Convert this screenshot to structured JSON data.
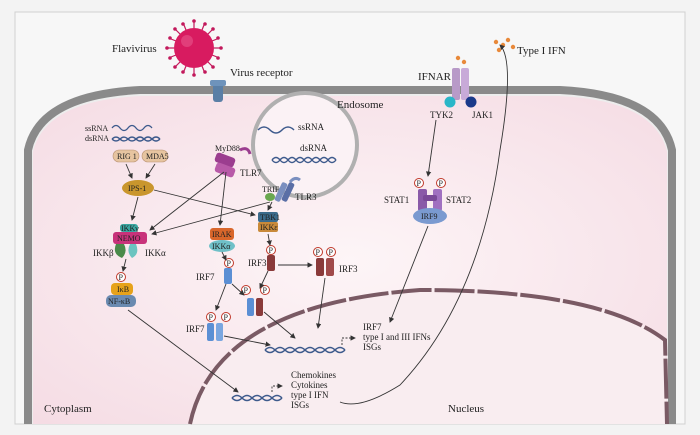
{
  "labels": {
    "flavivirus": "Flavivirus",
    "virus_receptor": "Virus receptor",
    "endosome": "Endosome",
    "ssrna_endo": "ssRNA",
    "dsrna_endo": "dsRNA",
    "myd88": "MyD88",
    "tlr7": "TLR7",
    "trif": "TRIF",
    "tlr3": "TLR3",
    "ssrna_cyto": "ssRNA",
    "dsrna_cyto": "dsRNA",
    "rig1": "RIG 1",
    "mda5": "MDA5",
    "ips1": "IPS-1",
    "ikkg": "IKKγ",
    "nemo": "NEMO",
    "ikkb": "IKKβ",
    "ikka": "IKKα",
    "ikb": "IκB",
    "nfkb": "NF-κB",
    "irak": "IRAK",
    "ikka2": "IKKα",
    "tbk1": "TBK1",
    "ikke": "IKKε",
    "irf7_a": "IRF7",
    "irf3_a": "IRF3",
    "irf3_b": "IRF3",
    "irf7_b": "IRF7",
    "ifnar": "IFNAR",
    "type1ifn": "Type I IFN",
    "tyk2": "TYK2",
    "jak1": "JAK1",
    "stat1": "STAT1",
    "stat2": "STAT2",
    "irf9": "IRF9",
    "p": "P",
    "nuc_irf7": "IRF7",
    "nuc_type13": "type I and III IFNs",
    "nuc_isgs": "ISGs",
    "cyto_chemokines": "Chemokines",
    "cyto_cytokines": "Cytokines",
    "cyto_type1ifn": "type I IFN",
    "cyto_isgs": "ISGs",
    "cytoplasm": "Cytoplasm",
    "nucleus": "Nucleus"
  },
  "colors": {
    "virus": "#d81b60",
    "virus_spikes": "#c2185b",
    "receptor": "#5a7fa6",
    "membrane": "#8a8a8a",
    "cytoplasm": "#fbecf0",
    "nucleus_membrane": "#7a5a64",
    "rna": "#3d5a8c",
    "tlr7": "#9b3d8f",
    "tlr3": "#7a8fbf",
    "trif": "#6aa84f",
    "rig_mda": "#e6c4a0",
    "ips1": "#c9962d",
    "ikkg": "#3aa6a0",
    "nemo": "#c8327a",
    "ikkb": "#4a8a4a",
    "ikka": "#6bc4c0",
    "ikb": "#e6a21a",
    "nfkb": "#6a8ab0",
    "irak": "#d9662b",
    "ikka2": "#6fc0c8",
    "tbk1": "#3b6a8a",
    "ikke": "#c98a3a",
    "irf7": "#5b8fd4",
    "irf3": "#8a3a3a",
    "ifnar": "#b89ac8",
    "tyk2": "#2ab6c8",
    "jak1": "#1a3a8a",
    "stat": "#8a5aa8",
    "irf9": "#7a9ad0",
    "ifn_dots": "#e8893a",
    "phos": "#c0392b"
  }
}
